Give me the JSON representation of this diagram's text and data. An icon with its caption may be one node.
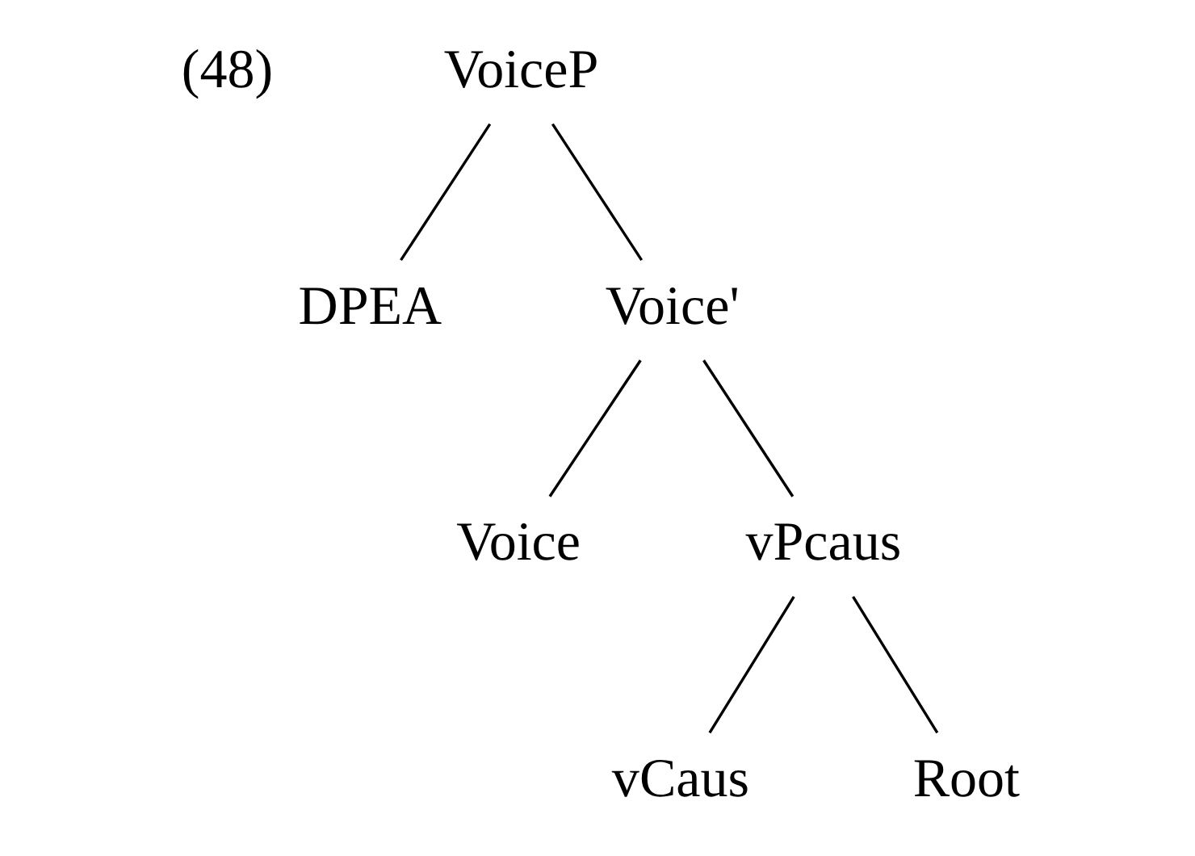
{
  "diagram": {
    "nodes": [
      {
        "text": [
          "VoiceP"
        ]
      },
      {
        "text": [
          "DPEA"
        ]
      },
      {
        "text": [
          "Voice'"
        ]
      },
      {
        "text": [
          "Voice"
        ]
      },
      {
        "text": [
          "vPcaus"
        ]
      },
      {
        "text": [
          "vCaus"
        ]
      },
      {
        "text": [
          "Root"
        ]
      }
    ],
    "edges": [
      {
        "from": 0,
        "to": 1,
        "arrow": "none"
      },
      {
        "from": 0,
        "to": 2,
        "arrow": "none"
      },
      {
        "from": 2,
        "to": 3,
        "arrow": "none"
      },
      {
        "from": 2,
        "to": 4,
        "arrow": "none"
      },
      {
        "from": 4,
        "to": 5,
        "arrow": "none"
      },
      {
        "from": 4,
        "to": 6,
        "arrow": "none"
      }
    ],
    "labels": [
      "(48)"
    ]
  }
}
